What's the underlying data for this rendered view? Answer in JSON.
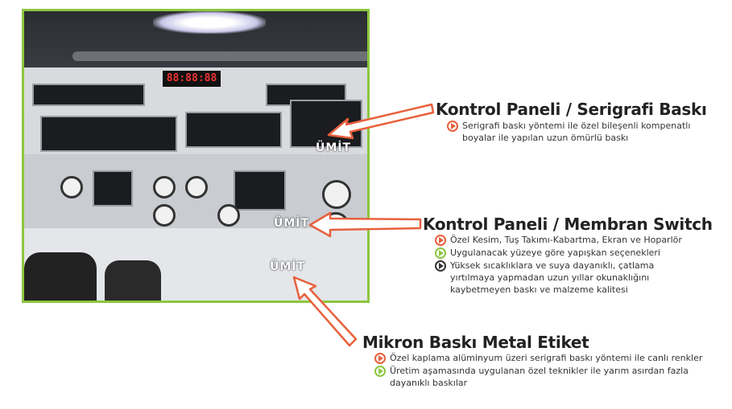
{
  "photo": {
    "clock_display": "88:88:88",
    "logo_text": "ÜMİT",
    "border_color": "#8cc63e"
  },
  "sections": [
    {
      "title": "Kontrol Paneli / Serigrafi Baskı",
      "bullets": [
        {
          "color": "red",
          "text": "Serigrafi baskı yöntemi ile özel bileşenli kompenatlı boyalar ile yapılan uzun ömürlü baskı"
        }
      ]
    },
    {
      "title": "Kontrol Paneli / Membran Switch",
      "bullets": [
        {
          "color": "red",
          "text": "Özel Kesim, Tuş Takımı-Kabartma, Ekran ve Hoparlör"
        },
        {
          "color": "green",
          "text": "Uygulanacak yüzeye göre yapışkan seçenekleri"
        },
        {
          "color": "dark",
          "text": "Yüksek sıcaklıklara ve suya dayanıklı, çatlama yırtılmaya yapmadan uzun yıllar okunaklığını kaybetmeyen baskı ve malzeme kalitesi"
        }
      ]
    },
    {
      "title": "Mikron Baskı Metal Etiket",
      "bullets": [
        {
          "color": "red",
          "text": "Özel kaplama alüminyum üzeri serigrafi baskı yöntemi ile canlı renkler"
        },
        {
          "color": "green",
          "text": "Üretim aşamasında uygulanan özel teknikler ile yarım asırdan fazla dayanıklı baskılar"
        }
      ]
    }
  ],
  "colors": {
    "red": "#e8603c",
    "green": "#8cc63e",
    "dark": "#333333"
  }
}
